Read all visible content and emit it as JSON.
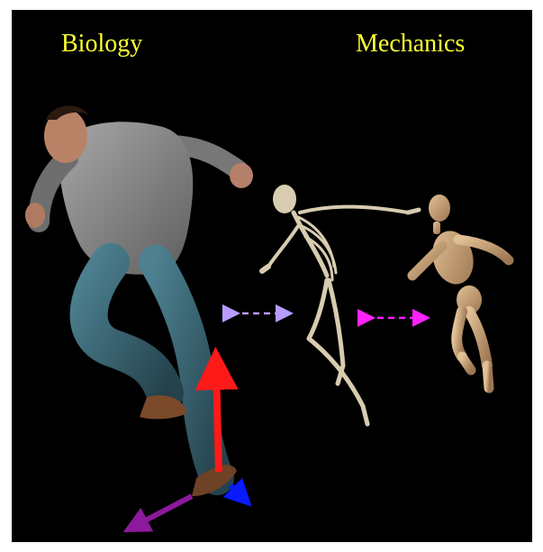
{
  "labels": {
    "left": "Biology",
    "right": "Mechanics"
  },
  "colors": {
    "background": "#000000",
    "label_text": "#ffff33",
    "arrow_red": "#ff1a1a",
    "arrow_blue": "#0a1aff",
    "arrow_purple": "#8c1a9c",
    "arrow_lavender": "#b79cff",
    "arrow_magenta": "#ff22ff",
    "human_skin": "#c08a6a",
    "human_shirt": "#8a8a8a",
    "human_jeans": "#3d6a78",
    "human_shoes": "#7a4a2a",
    "skeleton_bone": "#d8ccb0",
    "mannequin_wood": "#c9a27a"
  },
  "figures": [
    "running-human",
    "running-skeleton",
    "wooden-mannequin"
  ]
}
